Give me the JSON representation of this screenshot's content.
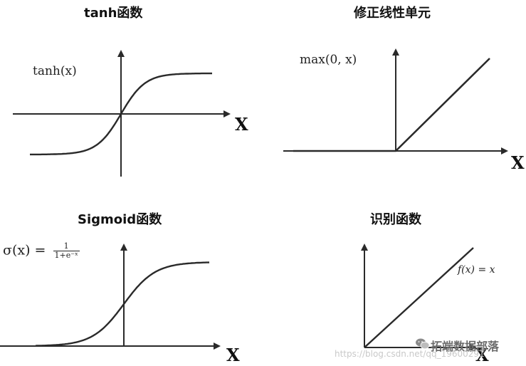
{
  "panels": {
    "tanh": {
      "title": "tanh函数",
      "formula": "tanh(x)",
      "axis_label": "X",
      "colors": {
        "curve": "#2a2a2a",
        "axes": "#2a2a2a"
      }
    },
    "relu": {
      "title": "修正线性单元",
      "formula": "max(0, x)",
      "axis_label": "X"
    },
    "sigmoid": {
      "title": "Sigmoid函数",
      "formula_lhs": "σ(x) =",
      "formula_num": "1",
      "formula_den": "1+e⁻ˣ",
      "axis_label": "X"
    },
    "identity": {
      "title": "识别函数",
      "formula": "f(x) = x",
      "axis_label": "X"
    }
  },
  "watermark": {
    "brand": "拓端数据部落",
    "url": "https://blog.csdn.net/qq_19600291",
    "icon": "wechat-icon"
  }
}
